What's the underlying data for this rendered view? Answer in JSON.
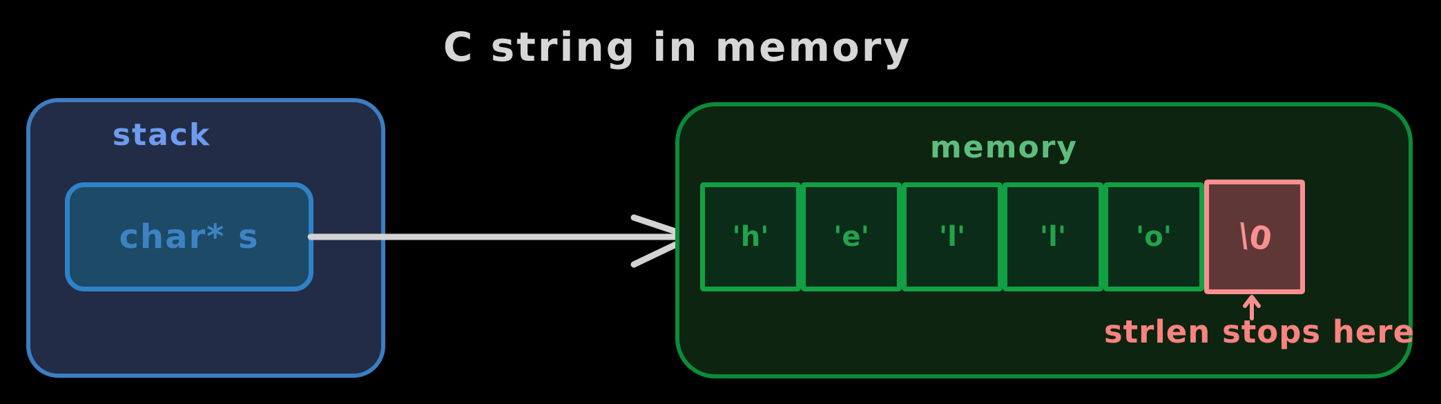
{
  "title": "C string in memory",
  "stack": {
    "label": "stack",
    "variable": "char* s"
  },
  "memory": {
    "label": "memory",
    "cells": [
      {
        "value": "'h'",
        "type": "char"
      },
      {
        "value": "'e'",
        "type": "char"
      },
      {
        "value": "'l'",
        "type": "char"
      },
      {
        "value": "'l'",
        "type": "char"
      },
      {
        "value": "'o'",
        "type": "char"
      },
      {
        "value": "\\0",
        "type": "null-terminator"
      }
    ],
    "annotation": "strlen stops here"
  },
  "colors": {
    "background": "#000000",
    "title_text": "#d6d6d6",
    "stack_fill": "#232c46",
    "stack_border": "#3b7ec2",
    "stack_label": "#6d9cee",
    "pointer_box_fill": "#1c4a67",
    "pointer_box_border": "#3082c7",
    "pointer_text": "#3d83c4",
    "arrow": "#d3d3d3",
    "memory_fill": "#0d2410",
    "memory_border": "#0c8b38",
    "memory_label": "#5ebd7d",
    "cell_fill": "#0a2c19",
    "cell_border": "#12a044",
    "cell_text": "#22a34c",
    "null_cell_fill": "#5f3737",
    "null_cell_border": "#f99090",
    "annotation_text": "#f8837f"
  }
}
